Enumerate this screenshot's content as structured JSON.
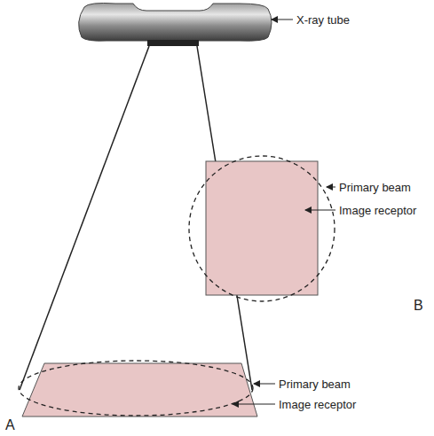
{
  "diagram": {
    "labels": [
      "X-ray tube",
      "Primary beam",
      "Image receptor",
      "Primary beam",
      "Image receptor",
      "A",
      "B"
    ]
  }
}
